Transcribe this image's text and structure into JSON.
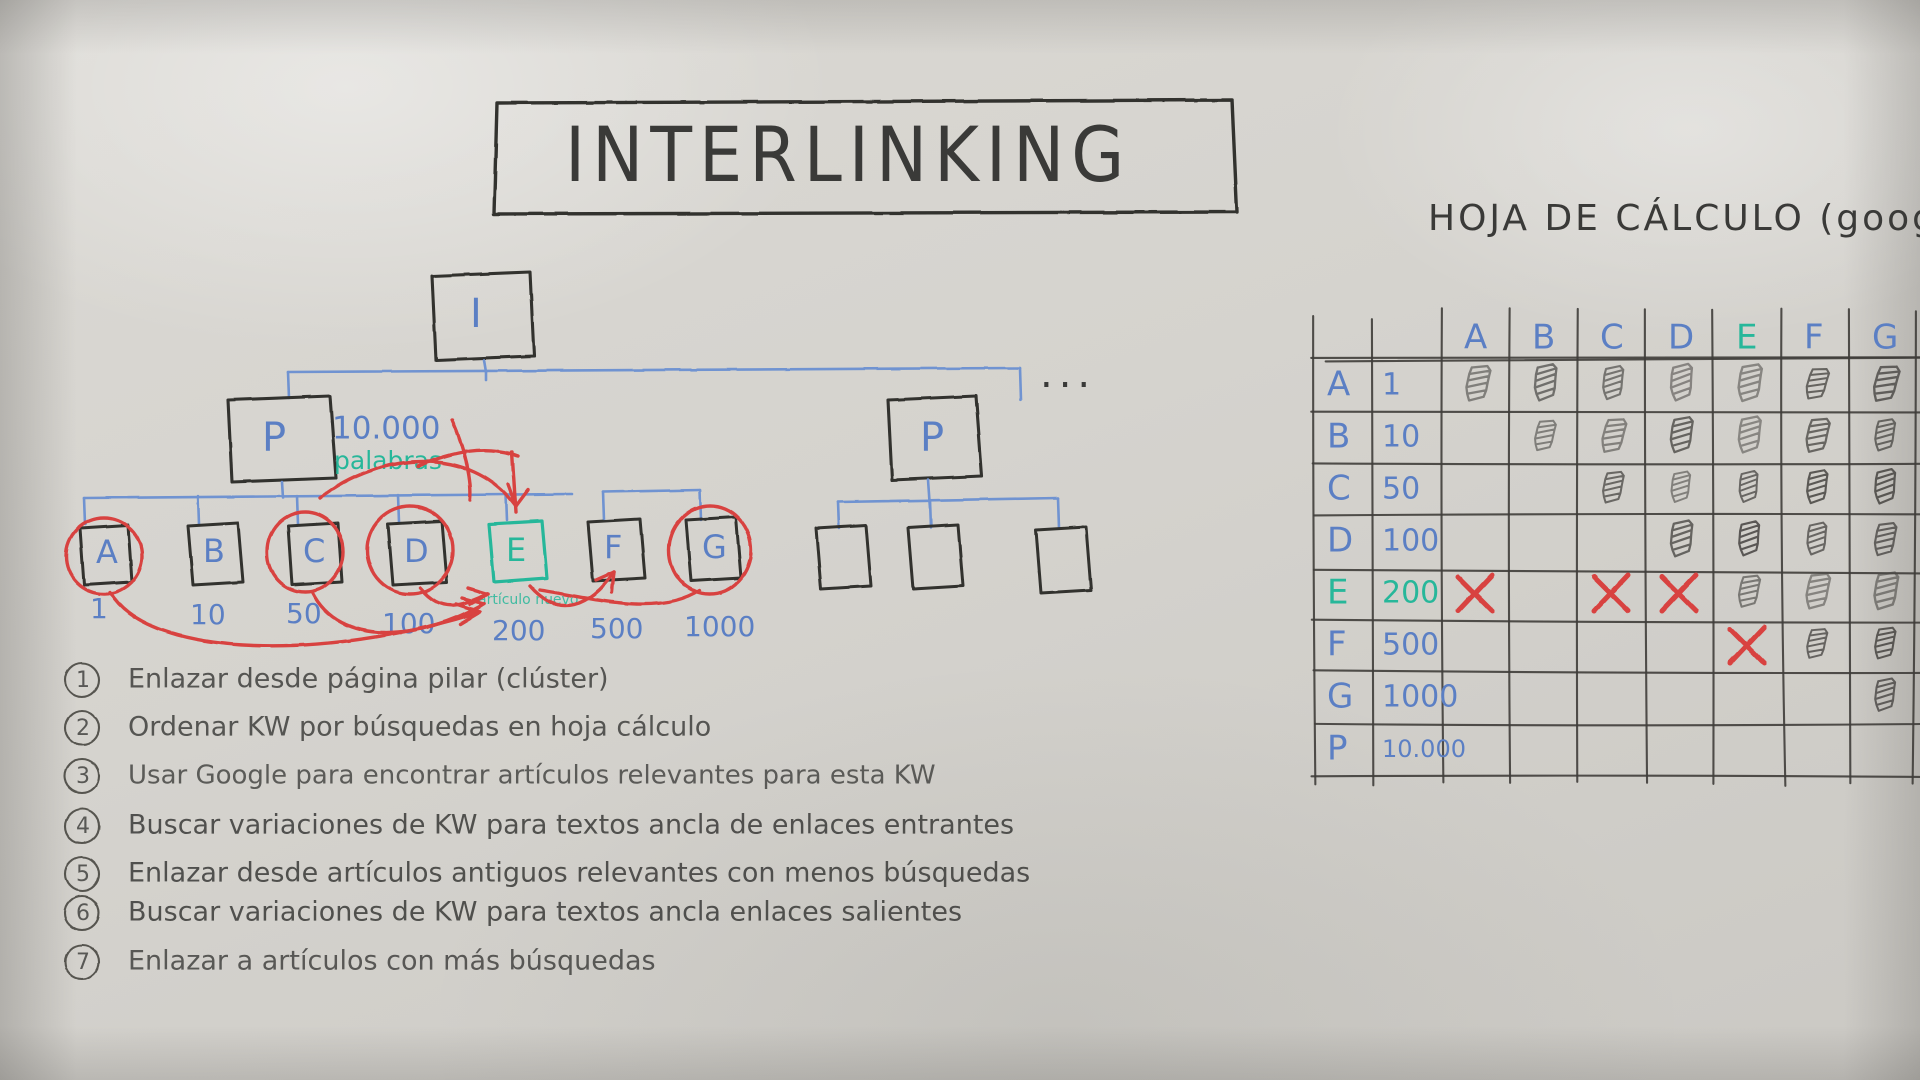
{
  "board": {
    "background_color": "#d4d2cd",
    "ink_dark": "#3a3a38",
    "ink_blue": "#5b7fc4",
    "ink_green": "#27b79a",
    "ink_red": "#d8423f"
  },
  "title": {
    "text": "INTERLINKING"
  },
  "spreadsheet_header": {
    "text": "HOJA DE CÁLCULO (google)"
  },
  "tree": {
    "root_label": "I",
    "pillar_left_label": "P",
    "pillar_right_label": "P",
    "ellipsis": "...",
    "words_count": "10.000",
    "words_unit": "palabras",
    "new_article_note": "artículo nuevo",
    "leaves": [
      {
        "label": "A",
        "volume": "1",
        "circled": true,
        "color": "blue"
      },
      {
        "label": "B",
        "volume": "10",
        "circled": false,
        "color": "blue"
      },
      {
        "label": "C",
        "volume": "50",
        "circled": true,
        "color": "blue"
      },
      {
        "label": "D",
        "volume": "100",
        "circled": true,
        "color": "blue"
      },
      {
        "label": "E",
        "volume": "200",
        "circled": false,
        "color": "green"
      },
      {
        "label": "F",
        "volume": "500",
        "circled": false,
        "color": "blue"
      },
      {
        "label": "G",
        "volume": "1000",
        "circled": true,
        "color": "blue"
      }
    ]
  },
  "steps": [
    {
      "num": "1",
      "text": "Enlazar desde página pilar (clúster)"
    },
    {
      "num": "2",
      "text": "Ordenar KW por búsquedas en hoja cálculo"
    },
    {
      "num": "3",
      "text": "Usar Google para encontrar artículos relevantes para esta KW"
    },
    {
      "num": "4",
      "text": "Buscar variaciones de KW para textos ancla de enlaces entrantes"
    },
    {
      "num": "5",
      "text": "Enlazar desde artículos antiguos relevantes con menos búsquedas"
    },
    {
      "num": "6",
      "text": "Buscar variaciones de KW para textos ancla enlaces salientes"
    },
    {
      "num": "7",
      "text": "Enlazar a artículos con más búsquedas"
    }
  ],
  "matrix": {
    "columns": [
      {
        "label": "A",
        "color": "blue"
      },
      {
        "label": "B",
        "color": "blue"
      },
      {
        "label": "C",
        "color": "blue"
      },
      {
        "label": "D",
        "color": "blue"
      },
      {
        "label": "E",
        "color": "green"
      },
      {
        "label": "F",
        "color": "blue"
      },
      {
        "label": "G",
        "color": "blue"
      }
    ],
    "rows": [
      {
        "label": "A",
        "value": "1",
        "color": "blue"
      },
      {
        "label": "B",
        "value": "10",
        "color": "blue"
      },
      {
        "label": "C",
        "value": "50",
        "color": "blue"
      },
      {
        "label": "D",
        "value": "100",
        "color": "blue"
      },
      {
        "label": "E",
        "value": "200",
        "color": "green"
      },
      {
        "label": "F",
        "value": "500",
        "color": "blue"
      },
      {
        "label": "G",
        "value": "1000",
        "color": "blue"
      },
      {
        "label": "P",
        "value": "10.000",
        "color": "blue"
      }
    ],
    "cells": [
      [
        "scribble",
        "scribble",
        "scribble",
        "scribble",
        "scribble",
        "scribble",
        "scribble"
      ],
      [
        "",
        "scribble",
        "scribble",
        "scribble",
        "scribble",
        "scribble",
        "scribble"
      ],
      [
        "",
        "",
        "scribble",
        "scribble",
        "scribble",
        "scribble",
        "scribble"
      ],
      [
        "",
        "",
        "",
        "scribble",
        "scribble",
        "scribble",
        "scribble"
      ],
      [
        "cross",
        "",
        "cross",
        "cross",
        "scribble",
        "scribble",
        "scribble"
      ],
      [
        "",
        "",
        "",
        "",
        "cross",
        "scribble",
        "scribble"
      ],
      [
        "",
        "",
        "",
        "",
        "",
        "",
        "scribble"
      ],
      [
        "",
        "",
        "",
        "",
        "",
        "",
        ""
      ]
    ]
  }
}
